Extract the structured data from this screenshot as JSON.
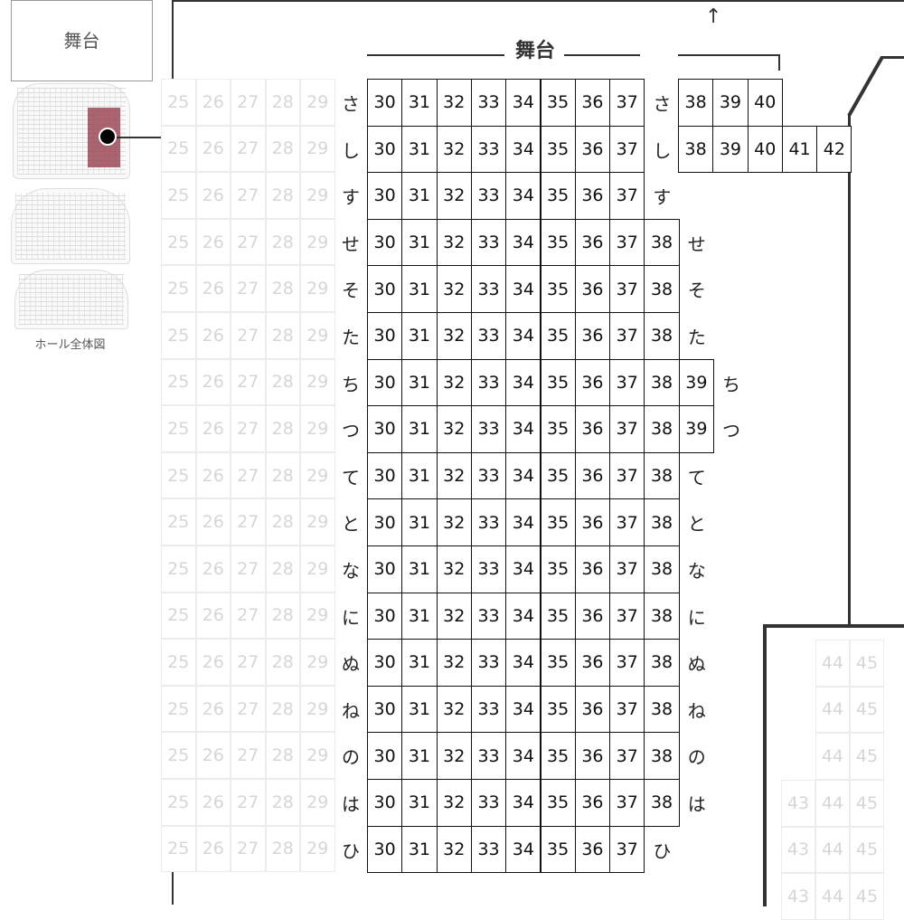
{
  "overview": {
    "stage_label": "舞台",
    "caption": "ホール全体図"
  },
  "stage": {
    "label": "舞台",
    "arrow": "↑"
  },
  "colors": {
    "highlight": "#9b4a57",
    "seat_border": "#111111",
    "faded": "#d6d6d6"
  },
  "rows": [
    "さ",
    "し",
    "す",
    "せ",
    "そ",
    "た",
    "ち",
    "つ",
    "て",
    "と",
    "な",
    "に",
    "ぬ",
    "ね",
    "の",
    "は",
    "ひ"
  ],
  "left_faded_seats": [
    "25",
    "26",
    "27",
    "28",
    "29"
  ],
  "main_block": {
    "rows": [
      {
        "row": "さ",
        "seats": [
          "30",
          "31",
          "32",
          "33",
          "34",
          "35",
          "36",
          "37"
        ],
        "right_label": "さ"
      },
      {
        "row": "し",
        "seats": [
          "30",
          "31",
          "32",
          "33",
          "34",
          "35",
          "36",
          "37"
        ],
        "right_label": "し"
      },
      {
        "row": "す",
        "seats": [
          "30",
          "31",
          "32",
          "33",
          "34",
          "35",
          "36",
          "37"
        ],
        "right_label": "す"
      },
      {
        "row": "せ",
        "seats": [
          "30",
          "31",
          "32",
          "33",
          "34",
          "35",
          "36",
          "37",
          "38"
        ],
        "right_label": "せ"
      },
      {
        "row": "そ",
        "seats": [
          "30",
          "31",
          "32",
          "33",
          "34",
          "35",
          "36",
          "37",
          "38"
        ],
        "right_label": "そ"
      },
      {
        "row": "た",
        "seats": [
          "30",
          "31",
          "32",
          "33",
          "34",
          "35",
          "36",
          "37",
          "38"
        ],
        "right_label": "た"
      },
      {
        "row": "ち",
        "seats": [
          "30",
          "31",
          "32",
          "33",
          "34",
          "35",
          "36",
          "37",
          "38",
          "39"
        ],
        "right_label": "ち"
      },
      {
        "row": "つ",
        "seats": [
          "30",
          "31",
          "32",
          "33",
          "34",
          "35",
          "36",
          "37",
          "38",
          "39"
        ],
        "right_label": "つ"
      },
      {
        "row": "て",
        "seats": [
          "30",
          "31",
          "32",
          "33",
          "34",
          "35",
          "36",
          "37",
          "38"
        ],
        "right_label": "て"
      },
      {
        "row": "と",
        "seats": [
          "30",
          "31",
          "32",
          "33",
          "34",
          "35",
          "36",
          "37",
          "38"
        ],
        "right_label": "と"
      },
      {
        "row": "な",
        "seats": [
          "30",
          "31",
          "32",
          "33",
          "34",
          "35",
          "36",
          "37",
          "38"
        ],
        "right_label": "な"
      },
      {
        "row": "に",
        "seats": [
          "30",
          "31",
          "32",
          "33",
          "34",
          "35",
          "36",
          "37",
          "38"
        ],
        "right_label": "に"
      },
      {
        "row": "ぬ",
        "seats": [
          "30",
          "31",
          "32",
          "33",
          "34",
          "35",
          "36",
          "37",
          "38"
        ],
        "right_label": "ぬ"
      },
      {
        "row": "ね",
        "seats": [
          "30",
          "31",
          "32",
          "33",
          "34",
          "35",
          "36",
          "37",
          "38"
        ],
        "right_label": "ね"
      },
      {
        "row": "の",
        "seats": [
          "30",
          "31",
          "32",
          "33",
          "34",
          "35",
          "36",
          "37",
          "38"
        ],
        "right_label": "の"
      },
      {
        "row": "は",
        "seats": [
          "30",
          "31",
          "32",
          "33",
          "34",
          "35",
          "36",
          "37",
          "38"
        ],
        "right_label": "は"
      },
      {
        "row": "ひ",
        "seats": [
          "30",
          "31",
          "32",
          "33",
          "34",
          "35",
          "36",
          "37"
        ],
        "right_label": "ひ"
      }
    ]
  },
  "box_block": {
    "rows": [
      {
        "row": "さ",
        "seats": [
          "38",
          "39",
          "40"
        ]
      },
      {
        "row": "し",
        "seats": [
          "38",
          "39",
          "40",
          "41",
          "42"
        ]
      }
    ]
  },
  "right_faded": {
    "top_seats": [
      "44",
      "45"
    ],
    "bottom_seats": [
      "43",
      "44",
      "45"
    ]
  }
}
